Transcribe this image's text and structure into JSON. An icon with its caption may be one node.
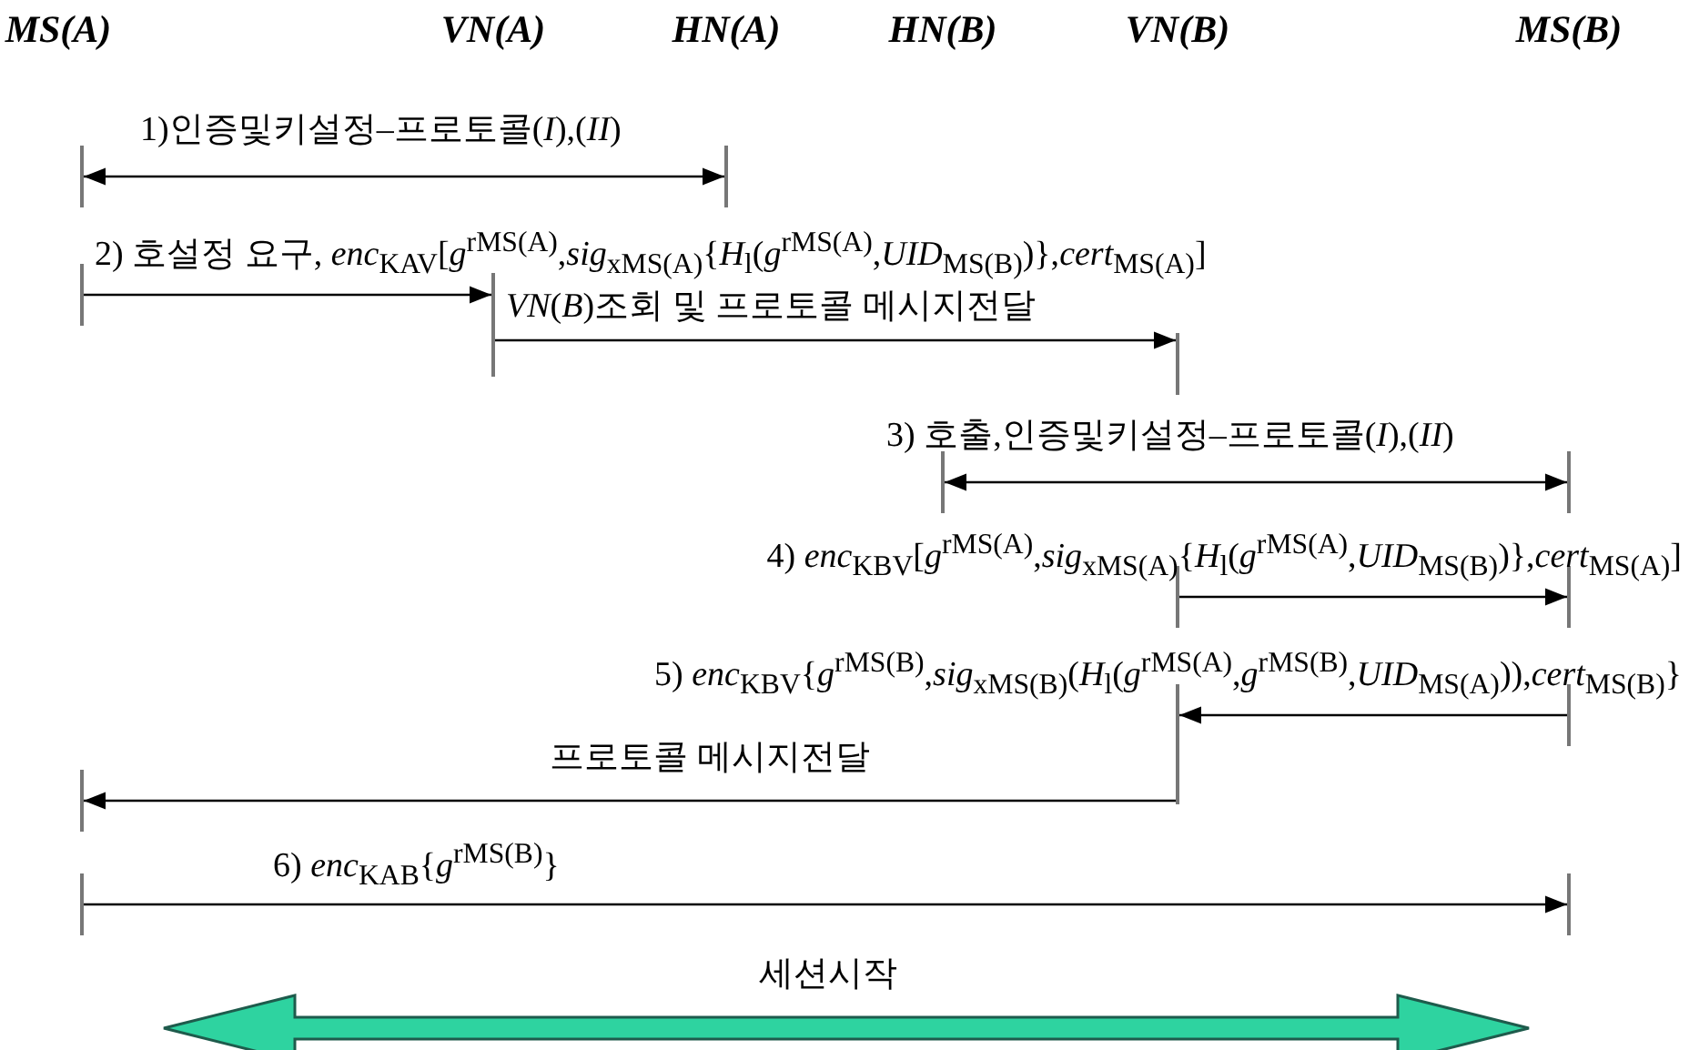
{
  "diagram": {
    "nodes": [
      {
        "text": [],
        "shape": "bar"
      },
      {
        "text": [],
        "shape": "bar"
      },
      {
        "text": [],
        "shape": "bar"
      },
      {
        "text": [],
        "shape": "bar"
      },
      {
        "text": [],
        "shape": "bar"
      },
      {
        "text": [],
        "shape": "bar"
      },
      {
        "text": [],
        "shape": "bar"
      },
      {
        "text": [],
        "shape": "bar"
      },
      {
        "text": [],
        "shape": "bar"
      },
      {
        "text": [],
        "shape": "bar"
      },
      {
        "text": [],
        "shape": "bar"
      },
      {
        "text": [],
        "shape": "bar"
      },
      {
        "text": [],
        "shape": "bar"
      },
      {
        "text": [],
        "shape": "bar"
      },
      {
        "text": [],
        "shape": "bar"
      },
      {
        "text": [],
        "shape": "bar"
      }
    ],
    "edges": [
      {
        "from": 0,
        "to": 1,
        "arrow": "both",
        "label": "1)인증및키설정–프로토콜(*I*),(*II*)"
      },
      {
        "from": 2,
        "to": 3,
        "arrow": "to",
        "label": "2) 호설정 요구, *enc*$_{KAV}$[*g*$^{rMS(A)}$,*sig*$_{xMS(A)}${*H*$_{l}$(*g*$^{rMS(A)}$,*UID*$_{MS(B)}$)},*cert*$_{MS(A)}$]"
      },
      {
        "from": 4,
        "to": 5,
        "arrow": "to",
        "label": "*VN*(*B*)조회 및 프로토콜 메시지전달"
      },
      {
        "from": 6,
        "to": 7,
        "arrow": "both",
        "label": "3) 호출,인증및키설정–프로토콜(*I*),(*II*)"
      },
      {
        "from": 8,
        "to": 9,
        "arrow": "to",
        "label": "4) *enc*$_{KBV}$[*g*$^{rMS(A)}$,*sig*$_{xMS(A)}${*H*$_{l}$(*g*$^{rMS(A)}$,*UID*$_{MS(B)}$)},*cert*$_{MS(A)}$]"
      },
      {
        "from": 11,
        "to": 10,
        "arrow": "to",
        "label": "5) *enc*$_{KBV}${*g*$^{rMS(B)}$,*sig*$_{xMS(B)}$(*H*$_{l}$(*g*$^{rMS(A)}$,*g*$^{rMS(B)}$,*UID*$_{MS(A)}$)),*cert*$_{MS(B)}$}"
      },
      {
        "from": 13,
        "to": 12,
        "arrow": "to",
        "label": "프로토콜 메시지전달"
      },
      {
        "from": 14,
        "to": 15,
        "arrow": "to",
        "label": "6) *enc*$_{KAB}${*g*$^{rMS(B)}$}"
      }
    ],
    "labels": [
      "MS(A)",
      "VN(A)",
      "HN(A)",
      "HN(B)",
      "VN(B)",
      "MS(B)",
      "세션시작"
    ]
  }
}
